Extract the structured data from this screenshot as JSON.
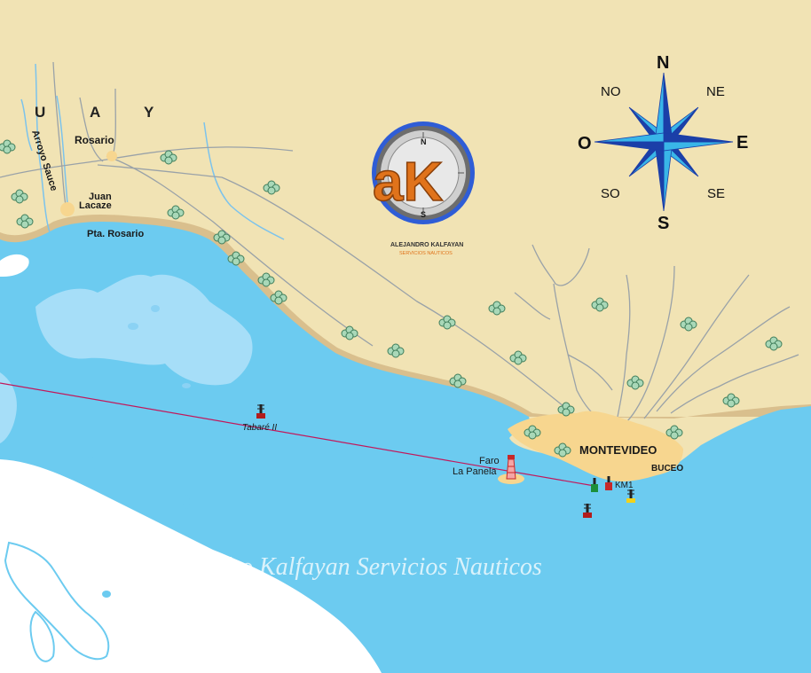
{
  "country_letters": [
    "U",
    "A",
    "Y"
  ],
  "places": {
    "arroyo_sauce": "Arroyo Sauce",
    "rosario": "Rosario",
    "juan": "Juan",
    "lacaze": "Lacaze",
    "pta_rosario": "Pta. Rosario",
    "montevideo": "MONTEVIDEO",
    "buceo": "BUCEO"
  },
  "nav_marks": {
    "tabare": "Tabaré II",
    "faro": "Faro",
    "la_panela": "La Panela",
    "km1": "KM1"
  },
  "compass": {
    "n": "N",
    "s": "S",
    "e": "E",
    "o": "O",
    "ne": "NE",
    "no": "NO",
    "se": "SE",
    "so": "SO"
  },
  "logo": {
    "letters": "aK",
    "name": "ALEJANDRO KALFAYAN",
    "sub": "SERVICIOS NAUTICOS",
    "dial_n": "N",
    "dial_s": "S"
  },
  "watermark": "Alejandro Kalfayan Servicios Nauticos",
  "colors": {
    "land": "#f1e3b4",
    "sea": "#6ccbf0",
    "shoal": "#a6def8",
    "shore": "#d9bf8d",
    "city": "#f7d68f",
    "route": "#c2185b",
    "compass_dark": "#1b3fa8",
    "compass_light": "#39b6e8"
  }
}
